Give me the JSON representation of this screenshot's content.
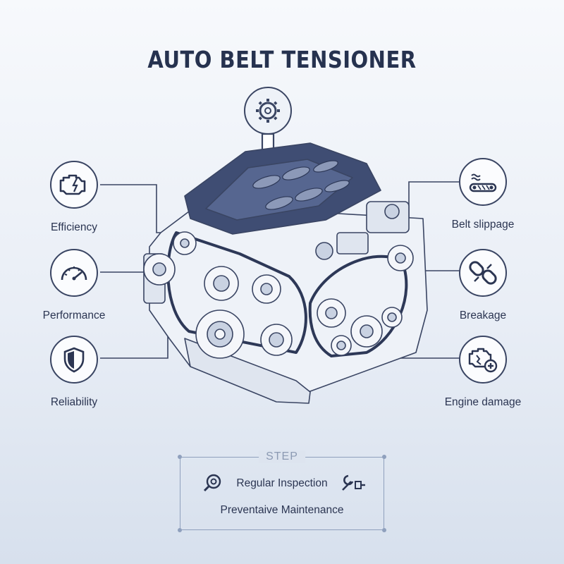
{
  "title": "AUTO BELT TENSIONER",
  "left_features": [
    {
      "label": "Efficiency",
      "icon": "engine-warning-icon"
    },
    {
      "label": "Performance",
      "icon": "gauge-icon"
    },
    {
      "label": "Reliability",
      "icon": "shield-icon"
    }
  ],
  "right_features": [
    {
      "label": "Belt slippage",
      "icon": "belt-slip-icon"
    },
    {
      "label": "Breakage",
      "icon": "broken-chain-icon"
    },
    {
      "label": "Engine damage",
      "icon": "engine-damage-icon"
    }
  ],
  "step": {
    "title": "STEP",
    "item1": "Regular Inspection",
    "item2": "Preventaive Maintenance"
  },
  "colors": {
    "ink": "#2b3552",
    "engine_cover": "#3f4d73",
    "line": "#3a4563"
  }
}
